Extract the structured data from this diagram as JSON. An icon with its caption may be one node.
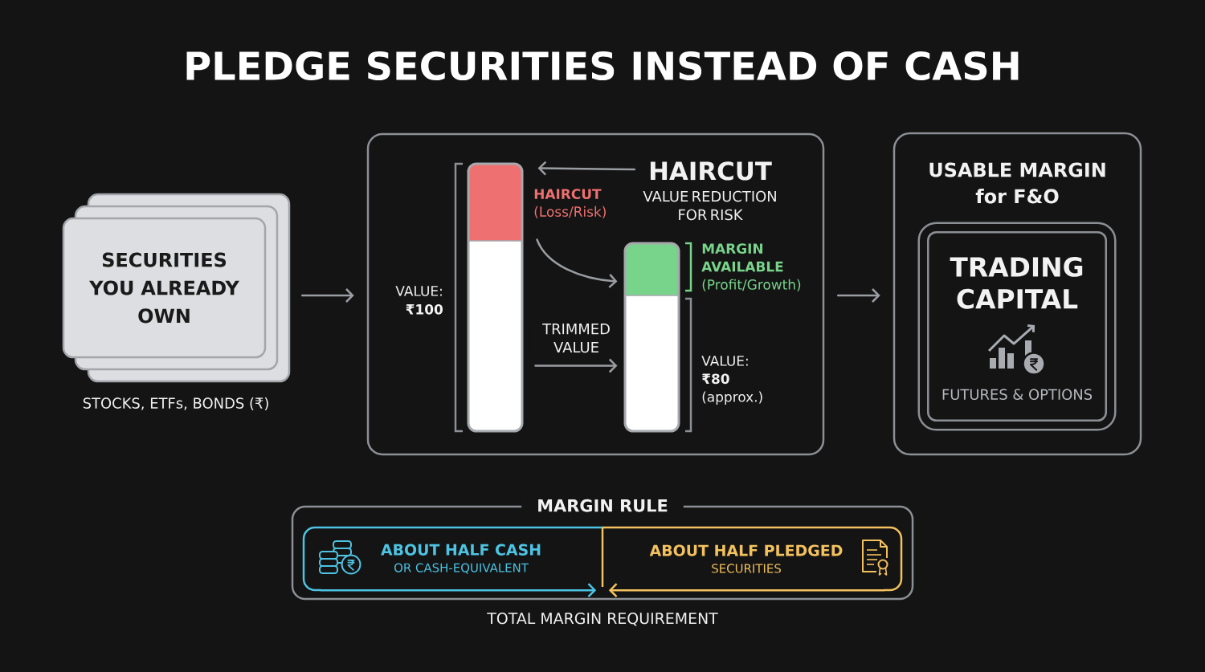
{
  "diagram": {
    "title": "PLEDGE SECURITIES INSTEAD OF CASH",
    "nodes": [
      {
        "text": [
          "SECURITIES YOU ALREADY OWN"
        ],
        "beside": [
          "STOCKS, ETFs, BONDS (₹)"
        ]
      },
      {
        "text": [],
        "shape": "box"
      },
      {
        "text": [],
        "shape": "bar",
        "in": 1,
        "beside": [
          "**HAIRCUT** (Loss/Risk)",
          "VALUE: **₹100**"
        ]
      },
      {
        "text": [
          "HAIRCUT",
          "VALUE REDUCTION FOR RISK"
        ],
        "in": 1
      },
      {
        "text": [],
        "shape": "bar",
        "in": 1,
        "beside": [
          "**MARGIN AVAILABLE** (Profit/Growth)",
          "VALUE: **₹80** (approx.)"
        ]
      },
      {
        "text": [
          "USABLE MARGIN for F&O"
        ]
      },
      {
        "text": [
          "TRADING CAPITAL",
          "FUTURES & OPTIONS"
        ],
        "in": 5
      },
      {
        "text": [
          "MARGIN RULE"
        ],
        "beside": [
          "TOTAL MARGIN REQUIREMENT"
        ]
      },
      {
        "text": [
          "ABOUT HALF CASH",
          "OR CASH-EQUIVALENT"
        ],
        "in": 7
      },
      {
        "text": [
          "ABOUT HALF PLEDGED",
          "SECURITIES"
        ],
        "in": 7
      }
    ],
    "edges": [
      {
        "from": 0,
        "to": 1,
        "arrow": "to"
      },
      {
        "from": 3,
        "to": 2,
        "arrow": "to"
      },
      {
        "from": 2,
        "to": 4,
        "arrow": "to"
      },
      {
        "from": 2,
        "to": 4,
        "arrow": "to",
        "label": "TRIMMED VALUE"
      },
      {
        "from": 1,
        "to": 5,
        "arrow": "to"
      },
      {
        "from": 8,
        "to": null,
        "arrow": "to",
        "color": "#4dc3e3"
      },
      {
        "from": 9,
        "to": null,
        "arrow": "to",
        "color": "#f3c15d"
      }
    ]
  }
}
